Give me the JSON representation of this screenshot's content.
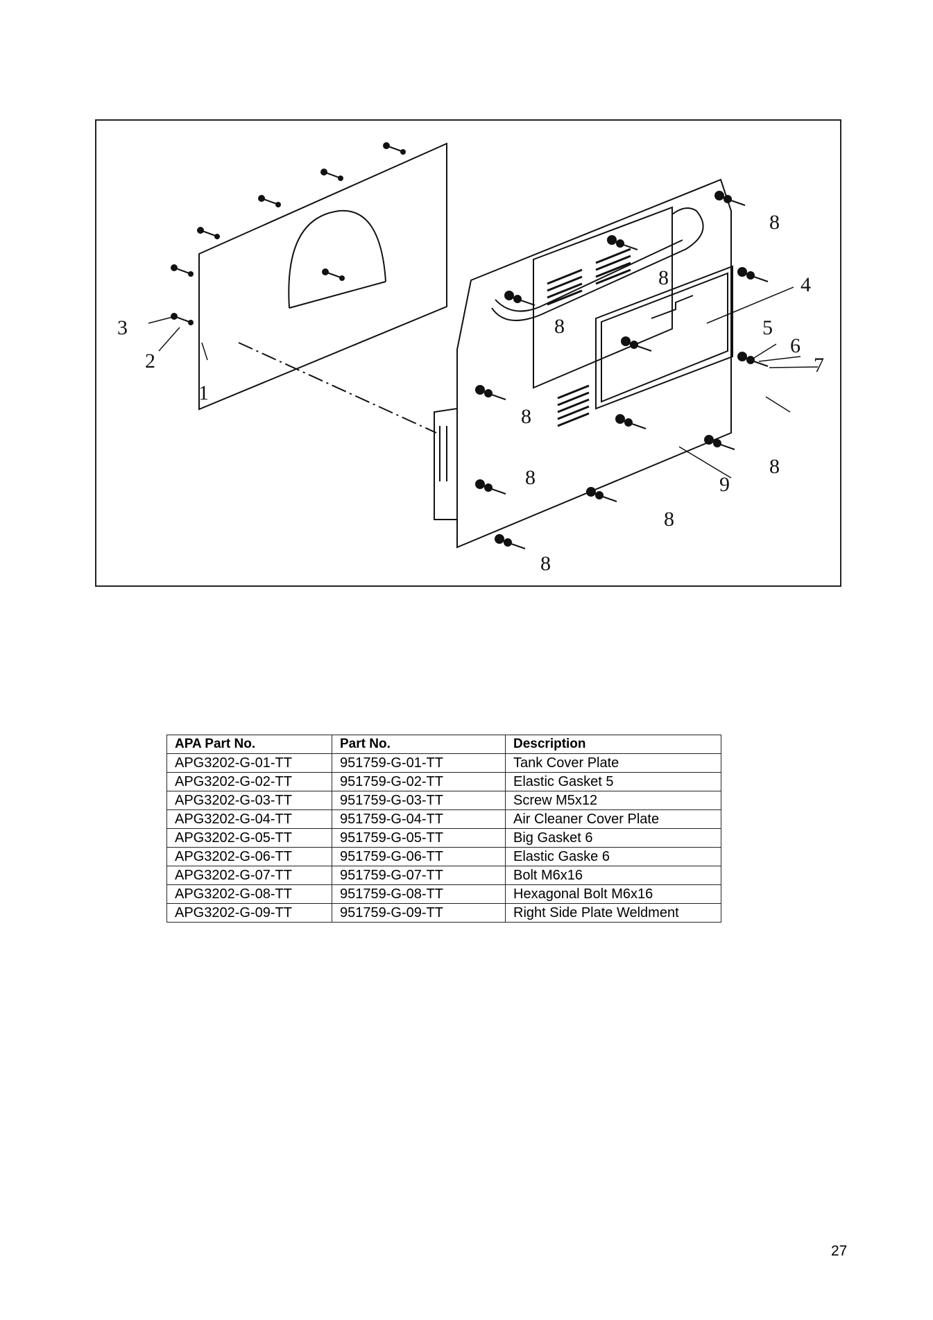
{
  "figure": {
    "callouts": [
      "1",
      "2",
      "3",
      "4",
      "5",
      "6",
      "7",
      "8",
      "9"
    ]
  },
  "table": {
    "headers": [
      "APA Part No.",
      "Part No.",
      "Description"
    ],
    "rows": [
      [
        "APG3202-G-01-TT",
        "951759-G-01-TT",
        "Tank Cover Plate"
      ],
      [
        "APG3202-G-02-TT",
        "951759-G-02-TT",
        "Elastic Gasket 5"
      ],
      [
        "APG3202-G-03-TT",
        "951759-G-03-TT",
        "Screw M5x12"
      ],
      [
        "APG3202-G-04-TT",
        "951759-G-04-TT",
        "Air Cleaner Cover Plate"
      ],
      [
        "APG3202-G-05-TT",
        "951759-G-05-TT",
        "Big Gasket 6"
      ],
      [
        "APG3202-G-06-TT",
        "951759-G-06-TT",
        "Elastic Gaske 6"
      ],
      [
        "APG3202-G-07-TT",
        "951759-G-07-TT",
        "Bolt M6x16"
      ],
      [
        "APG3202-G-08-TT",
        "951759-G-08-TT",
        "Hexagonal Bolt M6x16"
      ],
      [
        "APG3202-G-09-TT",
        "951759-G-09-TT",
        "Right Side Plate Weldment"
      ]
    ]
  },
  "page_number": "27"
}
